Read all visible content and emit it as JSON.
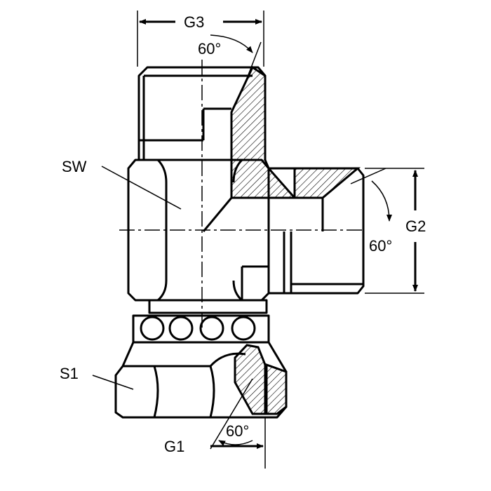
{
  "drawing": {
    "labels": {
      "g3": "G3",
      "g2": "G2",
      "g1": "G1",
      "sw": "SW",
      "s1": "S1",
      "angle_top": "60°",
      "angle_right": "60°",
      "angle_bottom": "60°"
    },
    "colors": {
      "line": "#000000",
      "background": "#ffffff"
    }
  }
}
